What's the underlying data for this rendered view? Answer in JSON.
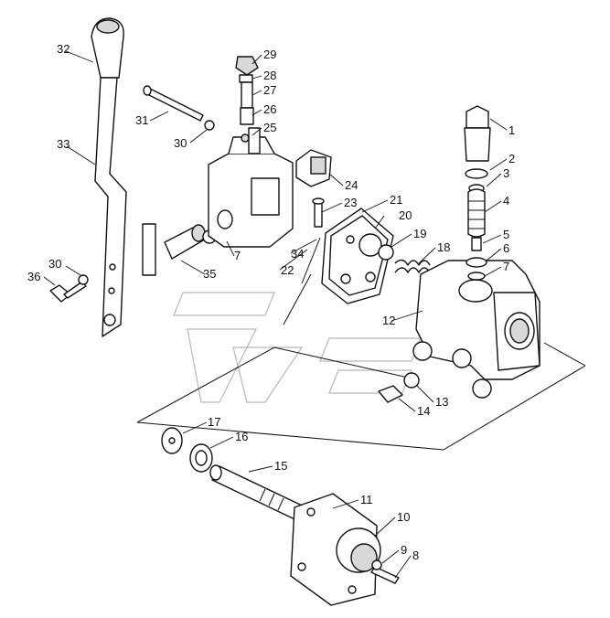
{
  "callouts": [
    {
      "id": "1",
      "label": "1"
    },
    {
      "id": "2",
      "label": "2"
    },
    {
      "id": "3",
      "label": "3"
    },
    {
      "id": "4",
      "label": "4"
    },
    {
      "id": "5",
      "label": "5"
    },
    {
      "id": "6",
      "label": "6"
    },
    {
      "id": "7a",
      "label": "7"
    },
    {
      "id": "7b",
      "label": "7"
    },
    {
      "id": "8",
      "label": "8"
    },
    {
      "id": "9",
      "label": "9"
    },
    {
      "id": "10",
      "label": "10"
    },
    {
      "id": "11",
      "label": "11"
    },
    {
      "id": "12",
      "label": "12"
    },
    {
      "id": "13",
      "label": "13"
    },
    {
      "id": "14",
      "label": "14"
    },
    {
      "id": "15",
      "label": "15"
    },
    {
      "id": "16",
      "label": "16"
    },
    {
      "id": "17",
      "label": "17"
    },
    {
      "id": "18",
      "label": "18"
    },
    {
      "id": "19",
      "label": "19"
    },
    {
      "id": "20",
      "label": "20"
    },
    {
      "id": "21",
      "label": "21"
    },
    {
      "id": "22",
      "label": "22"
    },
    {
      "id": "23",
      "label": "23"
    },
    {
      "id": "24",
      "label": "24"
    },
    {
      "id": "25",
      "label": "25"
    },
    {
      "id": "26",
      "label": "26"
    },
    {
      "id": "27",
      "label": "27"
    },
    {
      "id": "28",
      "label": "28"
    },
    {
      "id": "29",
      "label": "29"
    },
    {
      "id": "30a",
      "label": "30"
    },
    {
      "id": "30b",
      "label": "30"
    },
    {
      "id": "31",
      "label": "31"
    },
    {
      "id": "32",
      "label": "32"
    },
    {
      "id": "33",
      "label": "33"
    },
    {
      "id": "34",
      "label": "34"
    },
    {
      "id": "35",
      "label": "35"
    },
    {
      "id": "36",
      "label": "36"
    }
  ]
}
